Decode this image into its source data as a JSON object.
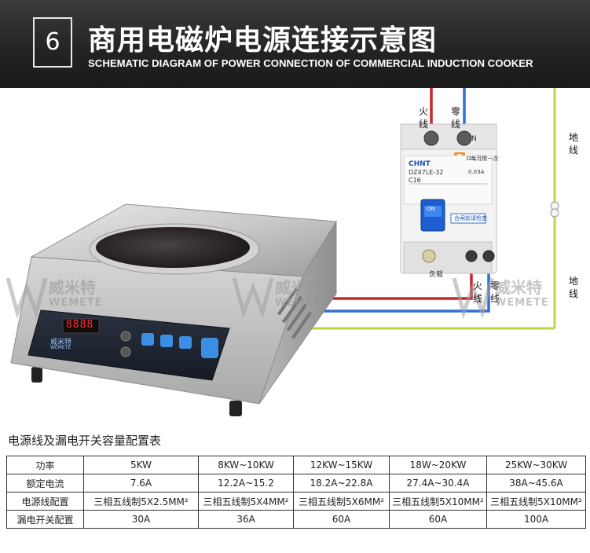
{
  "header": {
    "number": "6",
    "title_cn": "商用电磁炉电源连接示意图",
    "title_en": "SCHEMATIC DIAGRAM OF POWER CONNECTION OF COMMERCIAL INDUCTION COOKER"
  },
  "diagram": {
    "labels": {
      "live_top": "火线",
      "neutral_top": "零线",
      "ground_top": "地线",
      "live_bottom": "火线",
      "neutral_bottom": "零线",
      "ground_bottom": "地线"
    },
    "breaker": {
      "brand": "CHNT",
      "model": "DZ47LE-32",
      "rating": "C16",
      "side_text": "Ω每月揿一次",
      "test_text": "T",
      "on_text": "ON",
      "load_text": "负载",
      "sensitivity": "0.03A",
      "neutral_mark": "N",
      "notice_text": "合闸前请检查"
    },
    "cooker": {
      "brand_cn": "威米特",
      "brand_en": "WEMETE",
      "display": "8888"
    },
    "watermarks": [
      {
        "cn": "威米特",
        "en": "WEMETE"
      },
      {
        "cn": "威米特",
        "en": "WEMETE"
      },
      {
        "cn": "威米特",
        "en": "WEMETE"
      }
    ],
    "colors": {
      "live": "#c8262c",
      "neutral": "#2f6fd6",
      "ground": "#b8d84a"
    }
  },
  "table": {
    "title": "电源线及漏电开关容量配置表",
    "rows": [
      [
        "功率",
        "5KW",
        "8KW~10KW",
        "12KW~15KW",
        "18W~20KW",
        "25KW~30KW"
      ],
      [
        "额定电流",
        "7.6A",
        "12.2A~15.2",
        "18.2A~22.8A",
        "27.4A~30.4A",
        "38A~45.6A"
      ],
      [
        "电源线配置",
        "三相五线制5X2.5MM²",
        "三相五线制5X4MM²",
        "三相五线制5X6MM²",
        "三相五线制5X10MM²",
        "三相五线制5X10MM²"
      ],
      [
        "漏电开关配置",
        "30A",
        "36A",
        "60A",
        "60A",
        "100A"
      ]
    ]
  }
}
